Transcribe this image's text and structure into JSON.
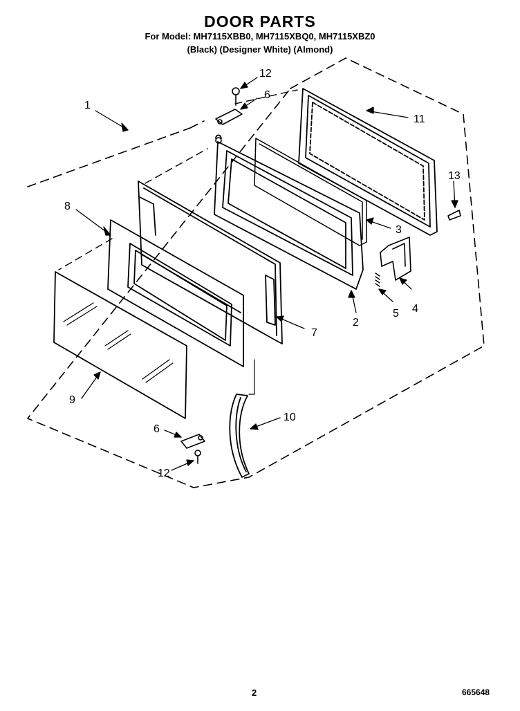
{
  "header": {
    "title": "DOOR PARTS",
    "models": "For Model: MH7115XBB0, MH7115XBQ0, MH7115XBZ0",
    "colors": "(Black) (Designer White) (Almond)"
  },
  "callouts": {
    "c1": "1",
    "c2": "2",
    "c3": "3",
    "c4": "4",
    "c5": "5",
    "c6a": "6",
    "c6b": "6",
    "c7": "7",
    "c8": "8",
    "c9": "9",
    "c10": "10",
    "c11": "11",
    "c12a": "12",
    "c12b": "12",
    "c13": "13"
  },
  "footer": {
    "page_number": "2",
    "document_number": "665648"
  }
}
